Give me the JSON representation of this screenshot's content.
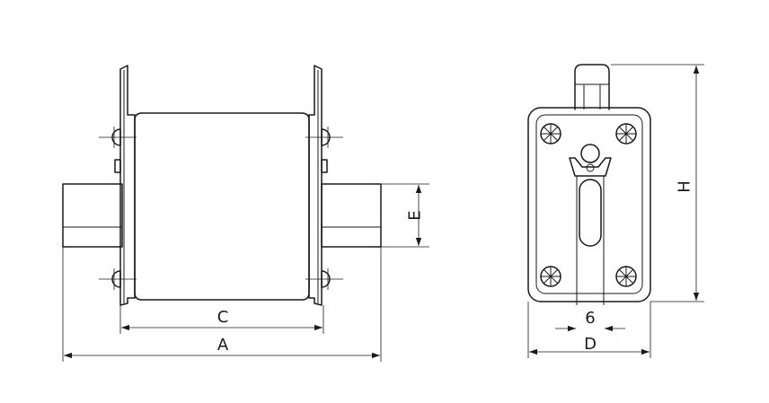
{
  "labels": {
    "A": "A",
    "C": "C",
    "E": "E",
    "H": "H",
    "D": "D",
    "six": "6"
  },
  "colors": {
    "line": "#1a1a1a",
    "background": "#ffffff"
  }
}
